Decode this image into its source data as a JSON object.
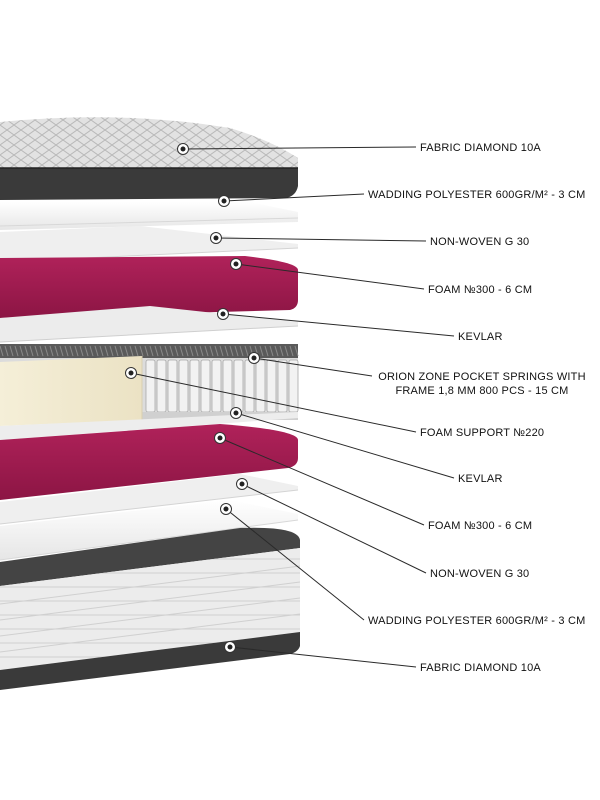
{
  "colors": {
    "fabric": "#3a3a3a",
    "fabric_top": "#d9d9d9",
    "white_layer": "#f4f4f4",
    "foam_magenta": "#8c1544",
    "foam_light": "#b0225a",
    "support_cream": "#f1ead0",
    "spring_grey": "#c7c7c7",
    "line": "#2a2a2a"
  },
  "layers": [
    {
      "id": "fabric-top",
      "label": "FABRIC DIAMOND 10A"
    },
    {
      "id": "wadding-top",
      "label": "WADDING POLYESTER 600GR/M² - 3 CM"
    },
    {
      "id": "nonwoven-top",
      "label": "NON-WOVEN G 30"
    },
    {
      "id": "foam-top",
      "label": "FOAM №300 - 6 CM"
    },
    {
      "id": "kevlar-top",
      "label": "KEVLAR"
    },
    {
      "id": "springs",
      "label": "ORION ZONE POCKET SPRINGS WITH",
      "label2": "FRAME 1,8 MM 800 PCS - 15 CM"
    },
    {
      "id": "foam-support",
      "label": "FOAM SUPPORT №220"
    },
    {
      "id": "kevlar-bottom",
      "label": "KEVLAR"
    },
    {
      "id": "foam-bottom",
      "label": "FOAM №300 - 6 CM"
    },
    {
      "id": "nonwoven-bottom",
      "label": "NON-WOVEN G 30"
    },
    {
      "id": "wadding-bottom",
      "label": "WADDING POLYESTER 600GR/M² - 3 CM"
    },
    {
      "id": "fabric-bottom",
      "label": "FABRIC DIAMOND 10A"
    }
  ]
}
